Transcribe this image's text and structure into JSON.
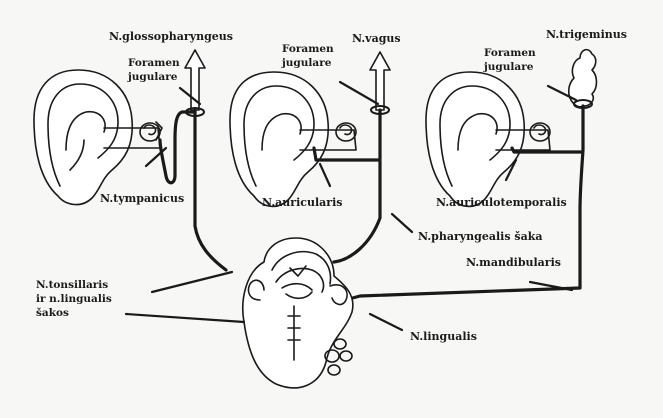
{
  "diagram": {
    "labels": {
      "glossopharyngeus": "N.glossopharyngeus",
      "foramen1_line1": "Foramen",
      "foramen1_line2": "jugulare",
      "vagus": "N.vagus",
      "foramen2_line1": "Foramen",
      "foramen2_line2": "jugulare",
      "trigeminus": "N.trigeminus",
      "foramen3_line1": "Foramen",
      "foramen3_line2": "jugulare",
      "tympanicus": "N.tympanicus",
      "auricularis": "N.auricularis",
      "auriculotemporalis": "N.auriculotemporalis",
      "pharyngealis": "N.pharyngealis šaka",
      "mandibularis": "N.mandibularis",
      "tonsillaris_line1": "N.tonsillaris",
      "tonsillaris_line2": "ir n.lingualis",
      "tonsillaris_line3": "šakos",
      "lingualis": "N.lingualis"
    },
    "colors": {
      "background": "#f7f7f5",
      "ink": "#1a1a1a"
    },
    "icons": [
      "ear-icon",
      "head-mouth-icon",
      "arrow-up-icon",
      "ganglion-icon"
    ]
  }
}
